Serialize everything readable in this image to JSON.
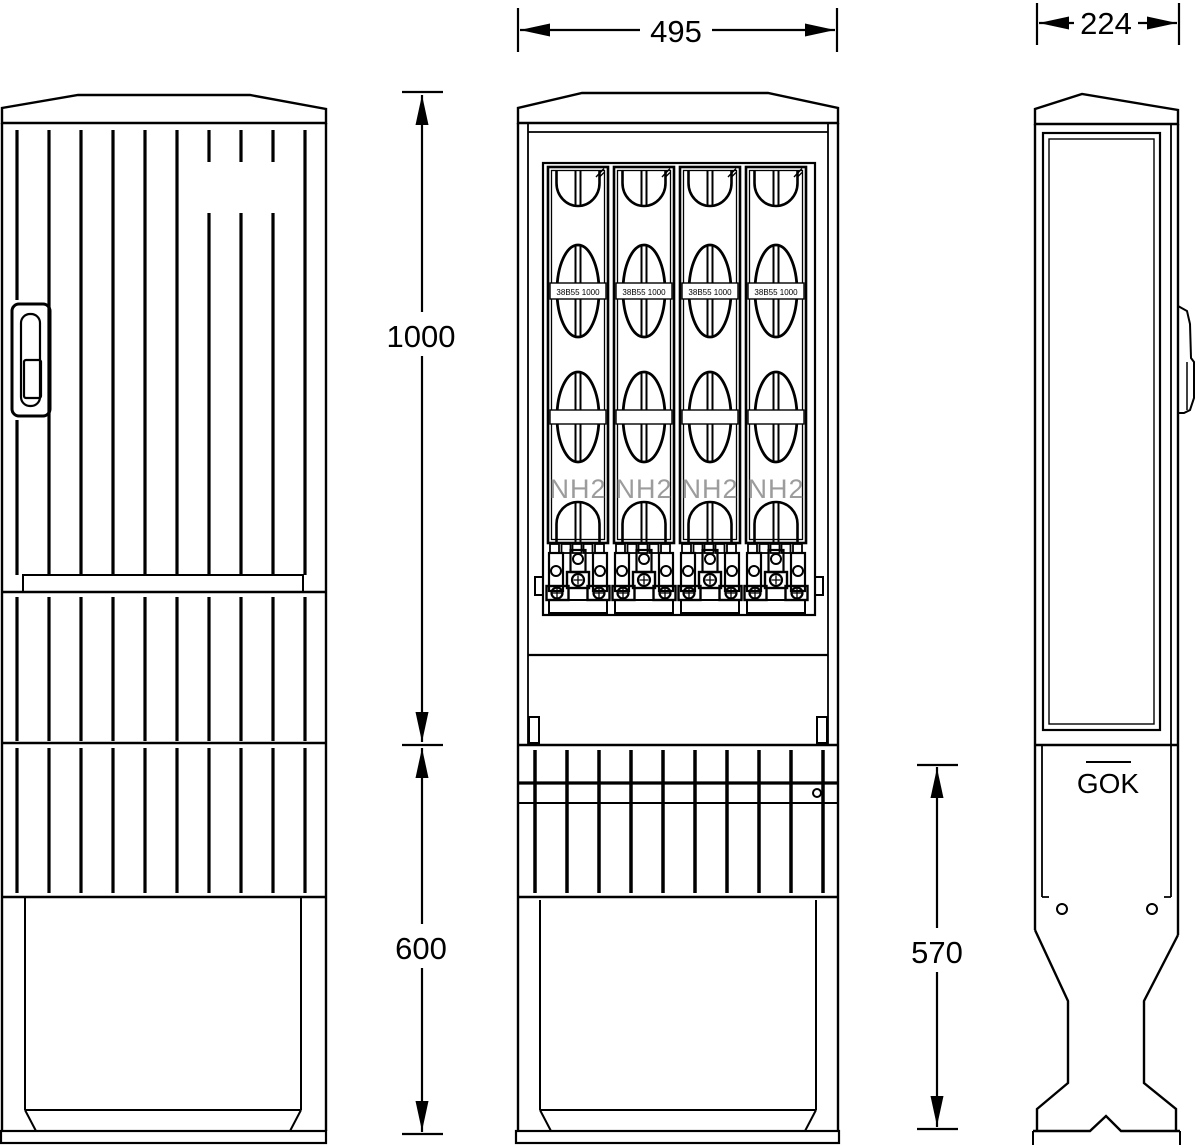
{
  "dimensions": {
    "front_width": "495",
    "side_depth": "224",
    "height_above_ground": "1000",
    "depth_below_ground": "600",
    "side_depth_below_ground": "570"
  },
  "labels": {
    "ground_level": "GOK",
    "fuse_size": "NH2",
    "fuse_strip_part": "38B55 1000"
  },
  "colors": {
    "line": "#000000",
    "muted_label": "#9c9c9c",
    "background": "#ffffff"
  }
}
